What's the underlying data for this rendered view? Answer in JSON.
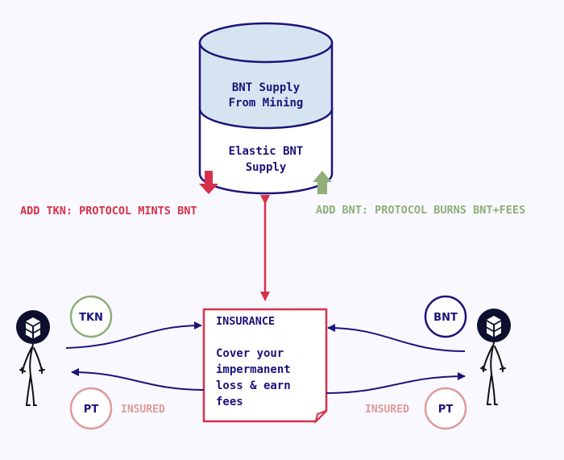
{
  "colors": {
    "navy": "#1a1479",
    "red": "#d8304a",
    "green": "#8fae78",
    "pink": "#e09a9a",
    "top_fill": "#d6e4f2",
    "background": "#f8f8fe",
    "avatar": "#0c0f2e"
  },
  "database": {
    "top_label": [
      "BNT Supply",
      "From Mining"
    ],
    "bottom_label": [
      "Elastic BNT",
      "Supply"
    ]
  },
  "labels": {
    "add_tkn": "ADD TKN: PROTOCOL MINTS BNT",
    "add_bnt": "ADD BNT: PROTOCOL BURNS BNT+FEES"
  },
  "insurance": {
    "title": "INSURANCE",
    "body": [
      "Cover your",
      "impermanent",
      "loss & earn",
      "fees"
    ]
  },
  "left_user": {
    "deposit_token": "TKN",
    "receive_token": "PT",
    "receive_label": "INSURED"
  },
  "right_user": {
    "deposit_token": "BNT",
    "receive_token": "PT",
    "receive_label": "INSURED"
  }
}
